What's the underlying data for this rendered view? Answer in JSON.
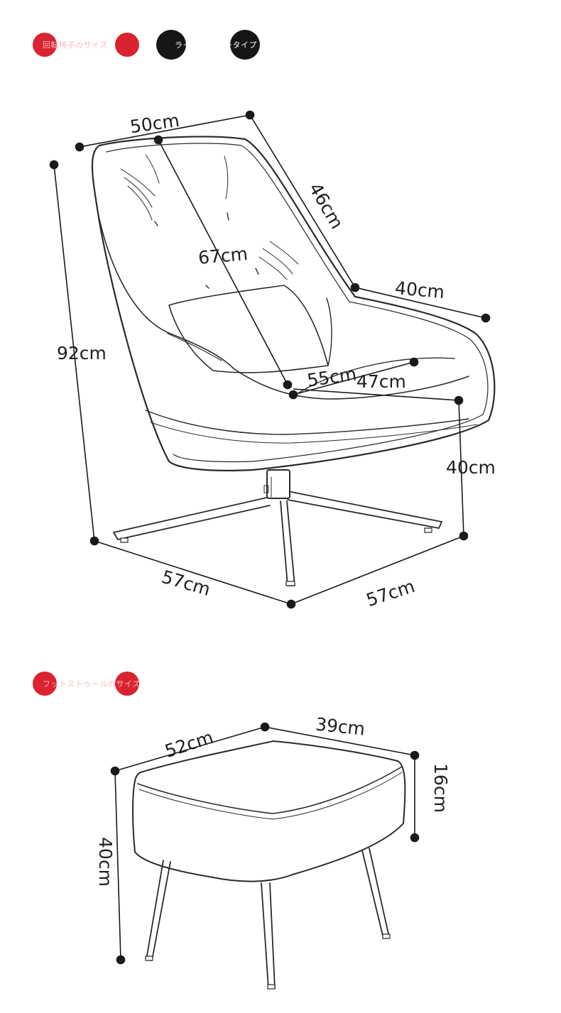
{
  "header": {
    "chair_title": "回転椅子のサイズ",
    "type_label_left": "ライ",
    "type_label_right": "ータイプ",
    "stool_title": "フットストゥールのサイズ"
  },
  "chair": {
    "width": "50cm",
    "depth_top": "46cm",
    "armrest": "40cm",
    "height": "92cm",
    "back_height": "67cm",
    "seat_width": "55cm",
    "seat_depth": "47cm",
    "seat_height": "40cm",
    "base_left": "57cm",
    "base_right": "57cm"
  },
  "stool": {
    "length": "52cm",
    "width": "39cm",
    "cushion": "16cm",
    "height": "40cm"
  },
  "colors": {
    "accent_red": "#d9232e",
    "pill_dark": "#161616",
    "line": "#222222"
  }
}
